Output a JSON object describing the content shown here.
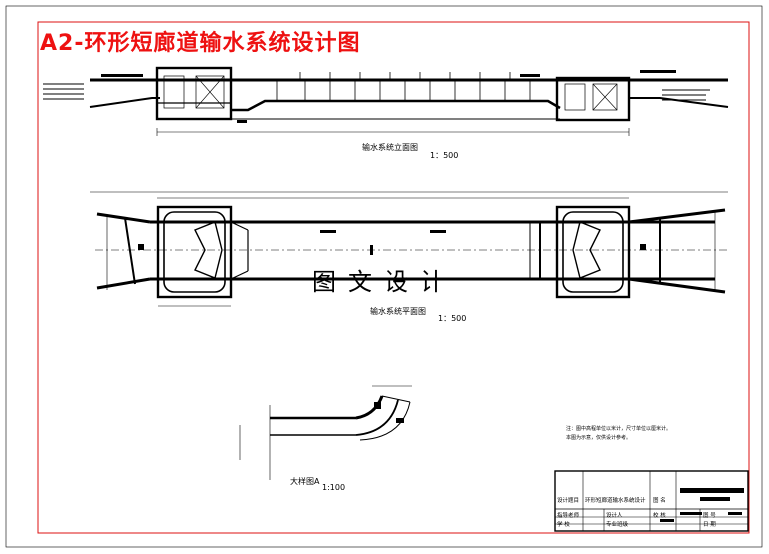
{
  "title": "A2-环形短廊道输水系统设计图",
  "views": {
    "longitudinal": {
      "name": "输水系统立面图",
      "scale": "1：500"
    },
    "plan": {
      "name": "输水系统平面图",
      "scale": "1：500"
    },
    "detail": {
      "name": "大样图A",
      "scale": "1:100"
    }
  },
  "watermark": "图文设计",
  "notes": {
    "line1": "注：图中高程单位以米计，尺寸单位以厘米计。",
    "line2": "本图为示意，仅供设计参考。"
  },
  "title_block": {
    "project_label": "设计题目",
    "project_value": "环形短廊道输水系统设计",
    "drawing_label": "图  名",
    "review_label": "指导老师",
    "designer_label": "设计人",
    "check_label": "校  核",
    "date_label": "日  期",
    "drawing_no_label": "图  号",
    "school_label": "学  校",
    "major_label": "专业班级"
  },
  "colors": {
    "title": "#ee1111",
    "frame": "#dd1111",
    "lines": "#000000"
  }
}
